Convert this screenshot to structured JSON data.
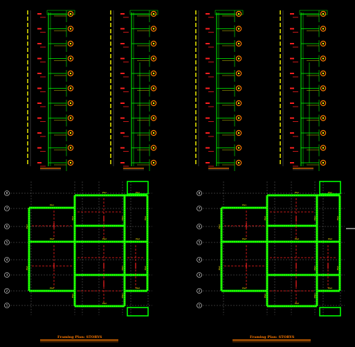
{
  "drawing": {
    "background": "#000000",
    "colors": {
      "green": "#00ff00",
      "yellow": "#ffff00",
      "red": "#ff2020",
      "orange": "#ff7a00",
      "grey": "#888888",
      "white": "#ffffff"
    },
    "elevations": [
      {
        "name": "elevation-1"
      },
      {
        "name": "elevation-2"
      },
      {
        "name": "elevation-3"
      },
      {
        "name": "elevation-4"
      }
    ],
    "plans": [
      {
        "name": "framing-plan-left",
        "title": "Framing Plan: STORYS"
      },
      {
        "name": "framing-plan-right",
        "title": "Framing Plan: STORYS"
      }
    ],
    "grid_bubbles": [
      "8",
      "7",
      "6",
      "5",
      "4",
      "3",
      "2",
      "1"
    ],
    "beam_labels": {
      "top": "PG1",
      "mid": "PG2",
      "col": "PG3",
      "side": "PG4"
    }
  }
}
